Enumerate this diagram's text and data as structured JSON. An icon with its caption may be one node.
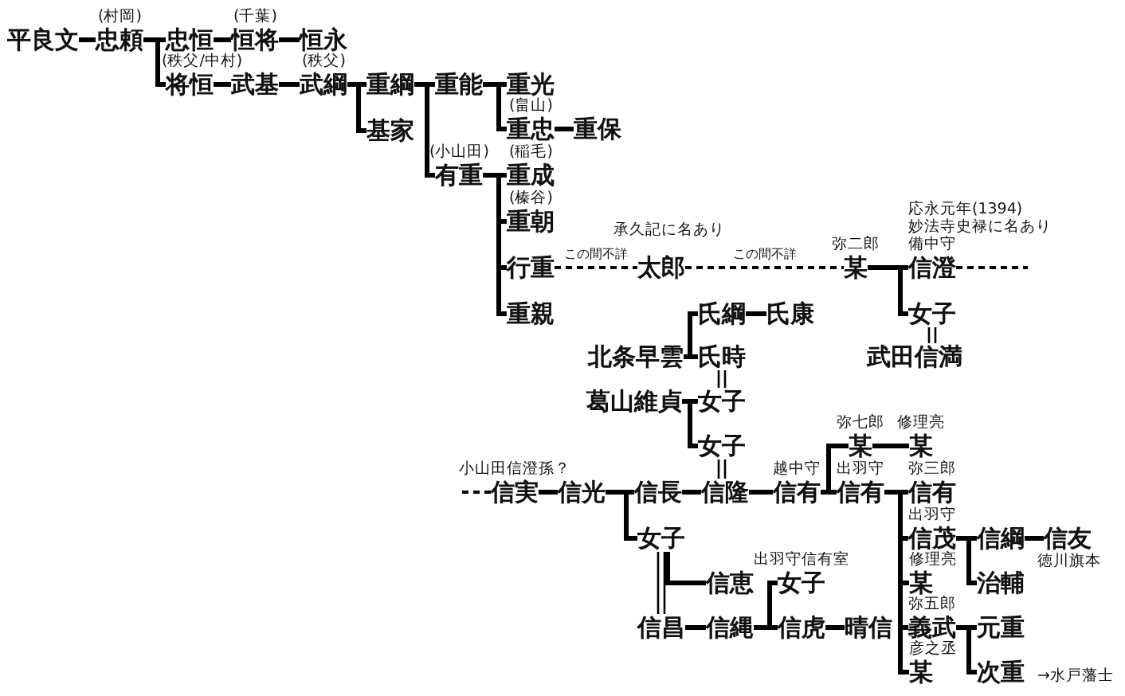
{
  "diagram": {
    "nodes": [
      {
        "text": [
          "平良文"
        ]
      },
      {
        "text": [
          "忠頼"
        ],
        "beside": [
          "(村岡)"
        ]
      },
      {
        "text": [
          "忠恒"
        ]
      },
      {
        "text": [
          "恒将"
        ],
        "beside": [
          "(千葉)"
        ]
      },
      {
        "text": [
          "恒永"
        ]
      },
      {
        "text": [
          "将恒"
        ],
        "beside": [
          "(秩父/中村)"
        ]
      },
      {
        "text": [
          "武基"
        ]
      },
      {
        "text": [
          "武綱"
        ],
        "beside": [
          "(秩父)"
        ]
      },
      {
        "text": [
          "重綱"
        ]
      },
      {
        "text": [
          "基家"
        ]
      },
      {
        "text": [
          "重能"
        ]
      },
      {
        "text": [
          "有重"
        ],
        "beside": [
          "(小山田)"
        ]
      },
      {
        "text": [
          "重光"
        ]
      },
      {
        "text": [
          "重忠"
        ],
        "beside": [
          "(畠山)"
        ]
      },
      {
        "text": [
          "重保"
        ]
      },
      {
        "text": [
          "重成"
        ],
        "beside": [
          "(稲毛)"
        ]
      },
      {
        "text": [
          "重朝"
        ],
        "beside": [
          "(榛谷)"
        ]
      },
      {
        "text": [
          "行重"
        ]
      },
      {
        "text": [
          "重親"
        ]
      },
      {
        "text": [
          "太郎"
        ],
        "beside": [
          "承久記に名あり"
        ]
      },
      {
        "text": [
          "某"
        ],
        "beside": [
          "弥二郎"
        ]
      },
      {
        "text": [
          "信澄"
        ],
        "beside": [
          "応永元年(1394)",
          "妙法寺史禄に名あり",
          "備中守"
        ]
      },
      {
        "text": [
          "女子"
        ]
      },
      {
        "text": [
          "武田信満"
        ]
      },
      {
        "text": [
          "北条早雲"
        ]
      },
      {
        "text": [
          "氏綱"
        ]
      },
      {
        "text": [
          "氏康"
        ]
      },
      {
        "text": [
          "氏時"
        ]
      },
      {
        "text": [
          "葛山維貞"
        ]
      },
      {
        "text": [
          "女子"
        ]
      },
      {
        "text": [
          "女子"
        ]
      },
      {
        "text": [
          "信実"
        ],
        "beside": [
          "小山田信澄孫？"
        ]
      },
      {
        "text": [
          "信光"
        ]
      },
      {
        "text": [
          "信長"
        ]
      },
      {
        "text": [
          "信隆"
        ]
      },
      {
        "text": [
          "信有"
        ],
        "beside": [
          "越中守"
        ]
      },
      {
        "text": [
          "某"
        ],
        "beside": [
          "弥七郎"
        ]
      },
      {
        "text": [
          "某"
        ],
        "beside": [
          "修理亮"
        ]
      },
      {
        "text": [
          "信有"
        ],
        "beside": [
          "出羽守"
        ]
      },
      {
        "text": [
          "信有"
        ],
        "beside": [
          "弥三郎"
        ]
      },
      {
        "text": [
          "女子"
        ]
      },
      {
        "text": [
          "信恵"
        ]
      },
      {
        "text": [
          "信昌"
        ]
      },
      {
        "text": [
          "信縄"
        ]
      },
      {
        "text": [
          "女子"
        ],
        "beside": [
          "出羽守信有室"
        ]
      },
      {
        "text": [
          "信虎"
        ]
      },
      {
        "text": [
          "晴信"
        ]
      },
      {
        "text": [
          "信茂"
        ],
        "beside": [
          "出羽守"
        ]
      },
      {
        "text": [
          "信綱"
        ]
      },
      {
        "text": [
          "信友"
        ],
        "beside": [
          "徳川旗本"
        ]
      },
      {
        "text": [
          "治輔"
        ]
      },
      {
        "text": [
          "某"
        ],
        "beside": [
          "修理亮"
        ]
      },
      {
        "text": [
          "義武"
        ],
        "beside": [
          "弥五郎"
        ]
      },
      {
        "text": [
          "元重"
        ]
      },
      {
        "text": [
          "某"
        ],
        "beside": [
          "彦之丞"
        ]
      },
      {
        "text": [
          "次重"
        ],
        "beside": [
          "→水戸藩士"
        ]
      }
    ],
    "edges": [
      {
        "from": 0,
        "to": 1,
        "arrow": "none"
      },
      {
        "from": 1,
        "to": 2,
        "arrow": "none"
      },
      {
        "from": 1,
        "to": 5,
        "arrow": "none"
      },
      {
        "from": 2,
        "to": 3,
        "arrow": "none"
      },
      {
        "from": 3,
        "to": 4,
        "arrow": "none"
      },
      {
        "from": 5,
        "to": 6,
        "arrow": "none"
      },
      {
        "from": 6,
        "to": 7,
        "arrow": "none"
      },
      {
        "from": 7,
        "to": 8,
        "arrow": "none"
      },
      {
        "from": 7,
        "to": 9,
        "arrow": "none"
      },
      {
        "from": 8,
        "to": 10,
        "arrow": "none"
      },
      {
        "from": 8,
        "to": 11,
        "arrow": "none"
      },
      {
        "from": 10,
        "to": 12,
        "arrow": "none"
      },
      {
        "from": 10,
        "to": 13,
        "arrow": "none"
      },
      {
        "from": 13,
        "to": 14,
        "arrow": "none"
      },
      {
        "from": 11,
        "to": 15,
        "arrow": "none"
      },
      {
        "from": 11,
        "to": 16,
        "arrow": "none"
      },
      {
        "from": 11,
        "to": 17,
        "arrow": "none"
      },
      {
        "from": 11,
        "to": 18,
        "arrow": "none"
      },
      {
        "from": 17,
        "to": 19,
        "arrow": "none",
        "style": "dashed",
        "label": "この間不詳"
      },
      {
        "from": 19,
        "to": 20,
        "arrow": "none",
        "style": "dashed",
        "label": "この間不詳"
      },
      {
        "from": 20,
        "to": 21,
        "arrow": "none"
      },
      {
        "from": 20,
        "to": 22,
        "arrow": "none"
      },
      {
        "from": 21,
        "to": null,
        "arrow": "none",
        "style": "dashed"
      },
      {
        "from": 22,
        "to": 23,
        "arrow": "none"
      },
      {
        "from": 24,
        "to": 25,
        "arrow": "none"
      },
      {
        "from": 24,
        "to": 27,
        "arrow": "none"
      },
      {
        "from": 25,
        "to": 26,
        "arrow": "none"
      },
      {
        "from": 27,
        "to": 29,
        "arrow": "none"
      },
      {
        "from": 28,
        "to": 29,
        "arrow": "none"
      },
      {
        "from": 28,
        "to": 30,
        "arrow": "none"
      },
      {
        "from": 30,
        "to": 34,
        "arrow": "none"
      },
      {
        "from": null,
        "to": 31,
        "arrow": "none",
        "style": "dashed"
      },
      {
        "from": 31,
        "to": 32,
        "arrow": "none"
      },
      {
        "from": 32,
        "to": 33,
        "arrow": "none"
      },
      {
        "from": 32,
        "to": 40,
        "arrow": "none"
      },
      {
        "from": 33,
        "to": 34,
        "arrow": "none"
      },
      {
        "from": 34,
        "to": 35,
        "arrow": "none"
      },
      {
        "from": 35,
        "to": 36,
        "arrow": "none"
      },
      {
        "from": 35,
        "to": 38,
        "arrow": "none"
      },
      {
        "from": 36,
        "to": 37,
        "arrow": "none"
      },
      {
        "from": 38,
        "to": 39,
        "arrow": "none"
      },
      {
        "from": 38,
        "to": 47,
        "arrow": "none"
      },
      {
        "from": 38,
        "to": 51,
        "arrow": "none"
      },
      {
        "from": 38,
        "to": 52,
        "arrow": "none"
      },
      {
        "from": 38,
        "to": 54,
        "arrow": "none"
      },
      {
        "from": 40,
        "to": 42,
        "arrow": "none"
      },
      {
        "from": 40,
        "to": 41,
        "arrow": "none"
      },
      {
        "from": 42,
        "to": 43,
        "arrow": "none"
      },
      {
        "from": 43,
        "to": 44,
        "arrow": "none"
      },
      {
        "from": 43,
        "to": 45,
        "arrow": "none"
      },
      {
        "from": 45,
        "to": 46,
        "arrow": "none"
      },
      {
        "from": 47,
        "to": 48,
        "arrow": "none"
      },
      {
        "from": 47,
        "to": 50,
        "arrow": "none"
      },
      {
        "from": 48,
        "to": 49,
        "arrow": "none"
      },
      {
        "from": 52,
        "to": 53,
        "arrow": "none"
      },
      {
        "from": 52,
        "to": 55,
        "arrow": "none"
      }
    ]
  }
}
